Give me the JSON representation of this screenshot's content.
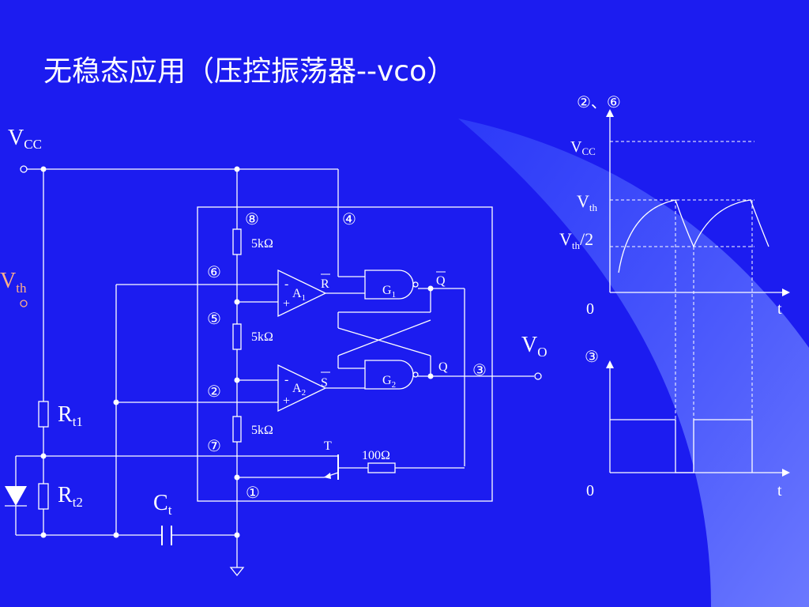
{
  "title": "无稳态应用（压控振荡器--vco）",
  "circuit": {
    "vcc": {
      "main": "V",
      "sub": "CC"
    },
    "vth": {
      "main": "V",
      "sub": "th"
    },
    "rt1": {
      "main": "R",
      "sub": "t1"
    },
    "rt2": {
      "main": "R",
      "sub": "t2"
    },
    "ct": {
      "main": "C",
      "sub": "t"
    },
    "vo": {
      "main": "V",
      "sub": "O"
    },
    "pins": {
      "p8": "⑧",
      "p4": "④",
      "p6": "⑥",
      "p5": "⑤",
      "p2": "②",
      "p7": "⑦",
      "p1": "①",
      "p3": "③"
    },
    "res_value": "5kΩ",
    "base_res_value": "100Ω",
    "a1": {
      "main": "A",
      "sub": "1"
    },
    "a2": {
      "main": "A",
      "sub": "2"
    },
    "g1": {
      "main": "G",
      "sub": "1"
    },
    "g2": {
      "main": "G",
      "sub": "2"
    },
    "minus": "-",
    "plus": "+",
    "r_label": "R",
    "s_label": "S",
    "q_label": "Q",
    "t_label": "T"
  },
  "waveform": {
    "top_label": "②、⑥",
    "bottom_label": "③",
    "vcc": {
      "main": "V",
      "sub": "CC"
    },
    "vth": {
      "main": "V",
      "sub": "th"
    },
    "vth_half": {
      "main": "V",
      "sub": "th",
      "suffix": "/2"
    },
    "origin": "0",
    "t": "t"
  },
  "colors": {
    "background": "#1c1cf0",
    "foreground": "#ffffff",
    "vth_highlight": "#ffb088"
  }
}
